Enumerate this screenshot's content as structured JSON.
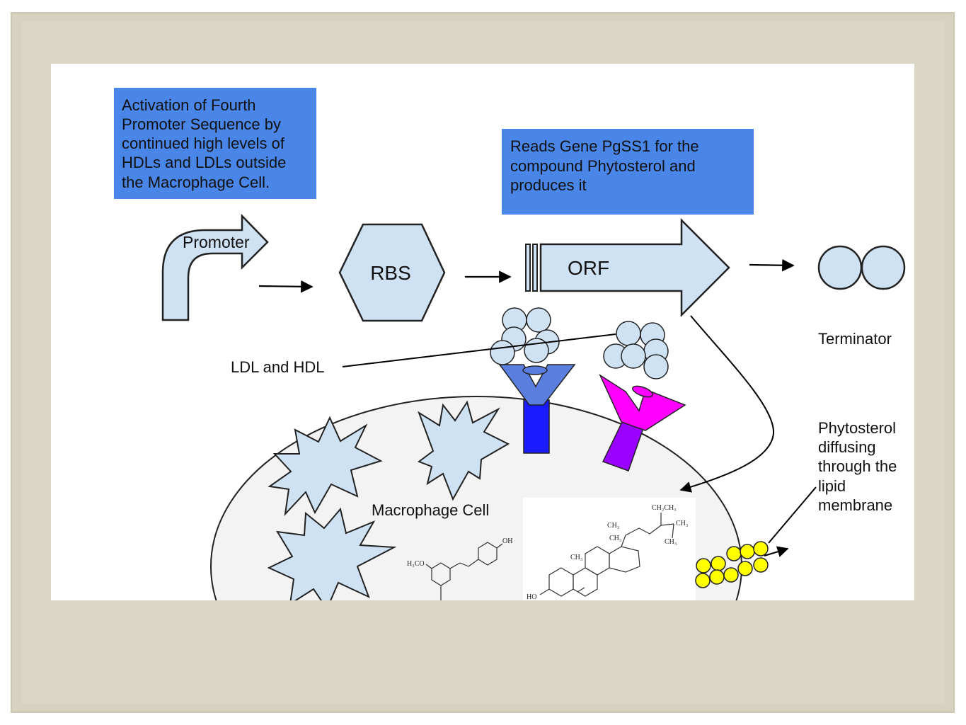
{
  "colors": {
    "frame_paper": "#d8d3c0",
    "note_box": "#4a86e8",
    "shape_fill": "#cfe2f3",
    "receptor_blue": "#1a1aff",
    "receptor_blue_top": "#5b7fdf",
    "receptor_magenta": "#ff00ff",
    "receptor_purple": "#9900ff",
    "phytosterol_yellow": "#ffff00"
  },
  "notes": {
    "activation_lines": [
      "Activation of Fourth",
      "Promoter Sequence by",
      "continued high levels of",
      "HDLs and LDLs outside",
      "the Macrophage Cell."
    ],
    "reads_gene_lines": [
      "Reads Gene PgSS1 for the",
      "compound Phytosterol and",
      "produces it"
    ]
  },
  "parts": {
    "promoter": "Promoter",
    "rbs": "RBS",
    "orf": "ORF",
    "terminator": "Terminator"
  },
  "labels": {
    "ldl_hdl": "LDL and HDL",
    "macrophage": "Macrophage Cell",
    "phytosterol_lines": [
      "Phytosterol",
      "diffusing",
      "through the",
      "lipid",
      "membrane"
    ]
  },
  "chemistry": {
    "left_structure": {
      "h3co": "H₃CO",
      "oh": "OH"
    },
    "right_structure": {
      "ch2ch3": "CH₂CH₃",
      "ch3_a": "CH₃",
      "ch3_b": "CH₃",
      "ch3_c": "CH₃",
      "ch3_d": "CH₃",
      "ch3_e": "CH₃",
      "ho": "HO"
    }
  }
}
